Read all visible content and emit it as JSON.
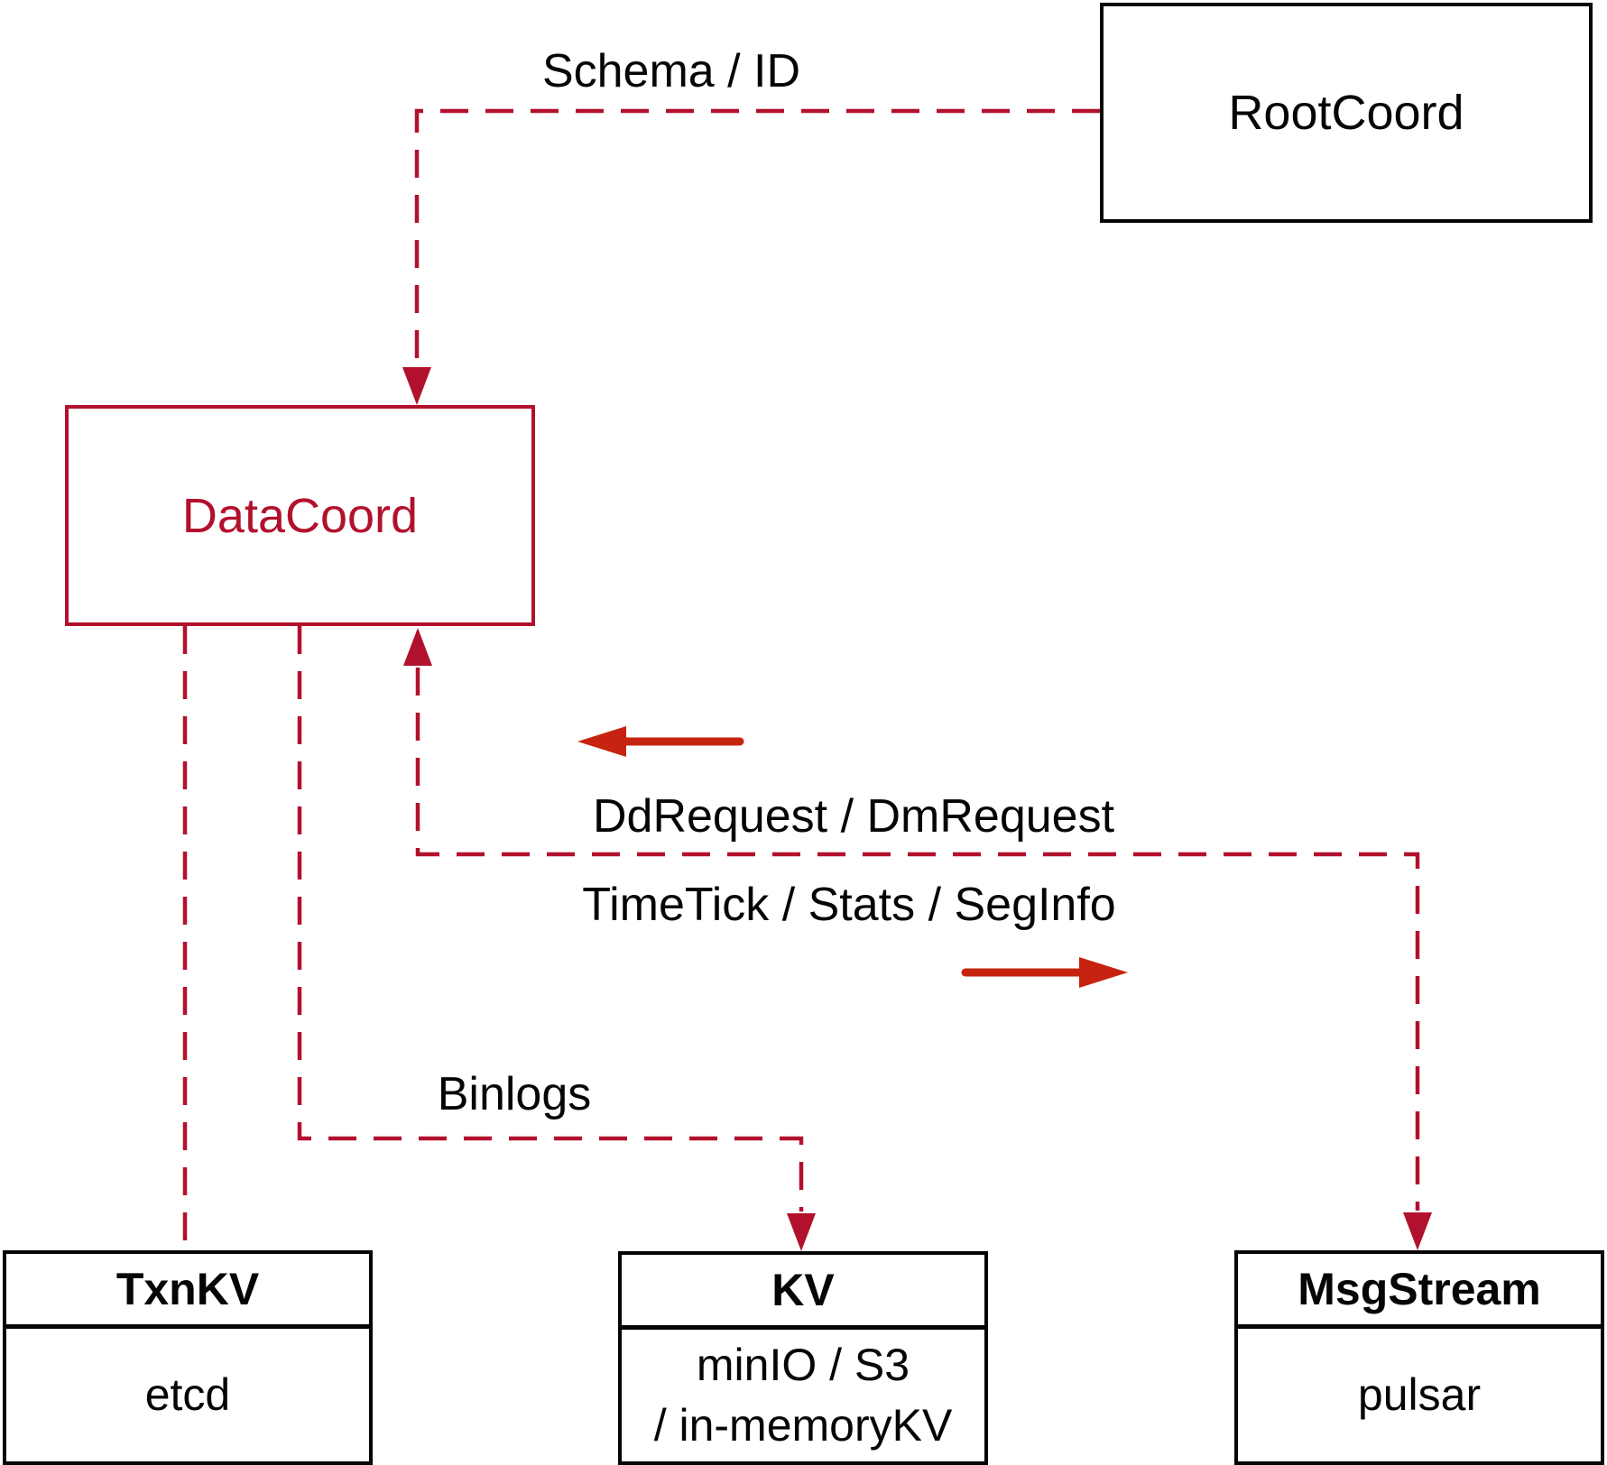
{
  "diagram": {
    "nodes": {
      "rootcoord": {
        "label": "RootCoord"
      },
      "datacoord": {
        "label": "DataCoord"
      },
      "txnkv": {
        "title": "TxnKV",
        "body": "etcd"
      },
      "kv": {
        "title": "KV",
        "body": [
          "minIO / S3",
          "/ in-memoryKV"
        ]
      },
      "msgstream": {
        "title": "MsgStream",
        "body": "pulsar"
      }
    },
    "edges": {
      "schema_id": {
        "label": "Schema / ID"
      },
      "dd_request": {
        "label": "DdRequest / DmRequest"
      },
      "timetick": {
        "label": "TimeTick / Stats / SegInfo"
      },
      "binlogs": {
        "label": "Binlogs"
      }
    },
    "colors": {
      "dashed_line_crimson": "#b2112d",
      "solid_arrow_red": "#c62410",
      "box_border_black": "#050505"
    }
  }
}
